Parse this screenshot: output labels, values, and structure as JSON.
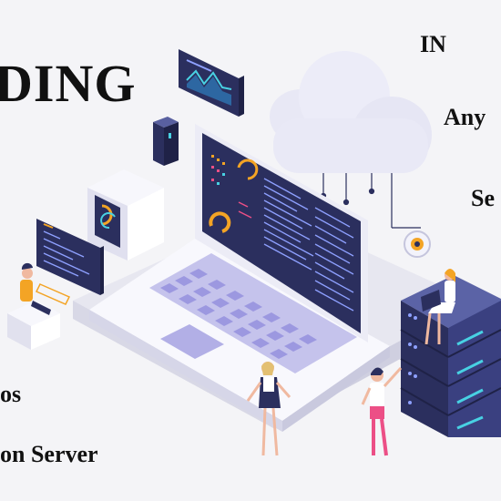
{
  "hero": {
    "heading": "DING",
    "line_in": "IN",
    "line_any": "Any",
    "line_se": "Se",
    "line_os": "os",
    "line_server": "on Server"
  },
  "colors": {
    "background": "#f4f4f7",
    "navy": "#2b2f5e",
    "navy_dark": "#1f2247",
    "purple_light": "#d9d9ee",
    "purple_mid": "#b7b5e0",
    "accent_orange": "#f3a425",
    "accent_pink": "#ec4f86",
    "accent_cyan": "#48d1e3",
    "white": "#ffffff"
  },
  "icons": [
    "cloud-icon",
    "laptop-icon",
    "server-rack-icon",
    "chart-panel-icon",
    "gear-icon",
    "person-icon"
  ]
}
